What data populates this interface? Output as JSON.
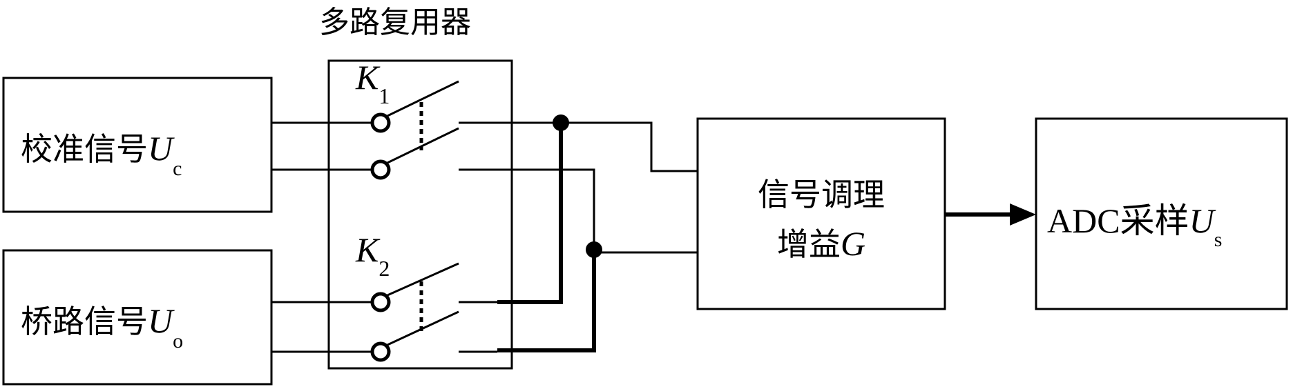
{
  "title": "多路复用器",
  "blocks": {
    "calibration": {
      "label": "校准信号",
      "symbol": "U",
      "subscript": "c"
    },
    "bridge": {
      "label": "桥路信号",
      "symbol": "U",
      "subscript": "o"
    },
    "conditioning": {
      "line1": "信号调理",
      "line2_label": "增益",
      "line2_symbol": "G"
    },
    "adc": {
      "label": "ADC采样",
      "symbol": "U",
      "subscript": "s"
    }
  },
  "switches": [
    {
      "symbol": "K",
      "subscript": "1"
    },
    {
      "symbol": "K",
      "subscript": "2"
    }
  ]
}
